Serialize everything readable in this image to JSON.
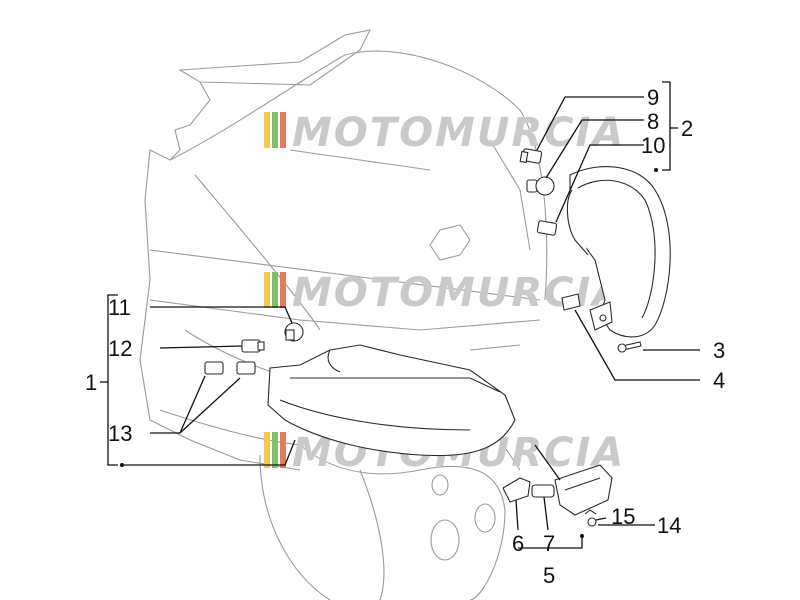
{
  "watermark": {
    "text": "MOTOMURCIA",
    "stripe_colors": [
      "#f2c94c",
      "#7fbf6a",
      "#e77a5b"
    ],
    "text_color": "#c9c9c9"
  },
  "callouts": [
    {
      "id": "1",
      "label": "1"
    },
    {
      "id": "2",
      "label": "2"
    },
    {
      "id": "3",
      "label": "3"
    },
    {
      "id": "4",
      "label": "4"
    },
    {
      "id": "5",
      "label": "5"
    },
    {
      "id": "6",
      "label": "6"
    },
    {
      "id": "7",
      "label": "7"
    },
    {
      "id": "8",
      "label": "8"
    },
    {
      "id": "9",
      "label": "9"
    },
    {
      "id": "10",
      "label": "10"
    },
    {
      "id": "11",
      "label": "11"
    },
    {
      "id": "12",
      "label": "12"
    },
    {
      "id": "13",
      "label": "13"
    },
    {
      "id": "14",
      "label": "14"
    },
    {
      "id": "15",
      "label": "15"
    }
  ]
}
